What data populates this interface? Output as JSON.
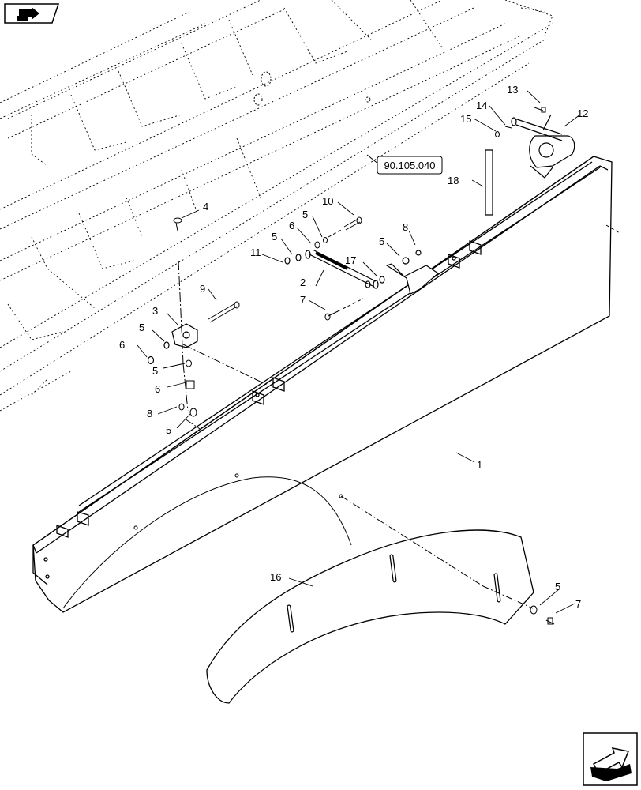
{
  "reference_box": {
    "text": "90.105.040"
  },
  "callouts": [
    "1",
    "2",
    "3",
    "4",
    "5",
    "5",
    "5",
    "5",
    "5",
    "5",
    "5",
    "6",
    "6",
    "6",
    "7",
    "7",
    "8",
    "8",
    "9",
    "10",
    "11",
    "12",
    "13",
    "14",
    "15",
    "16",
    "17",
    "18"
  ],
  "nav": {
    "top_icon": "back-arrow-icon",
    "bottom_icon": "next-arrow-icon"
  },
  "colors": {
    "line": "#000000",
    "background": "#ffffff"
  }
}
